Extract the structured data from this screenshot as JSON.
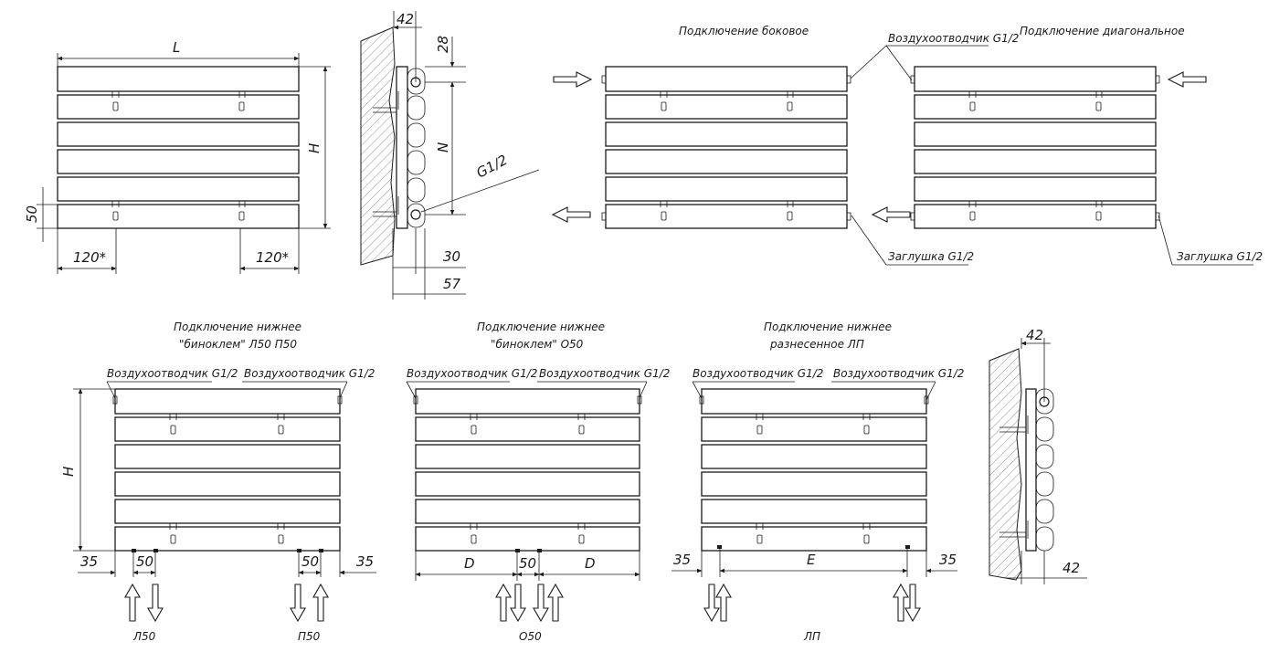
{
  "dimensions": {
    "length": "L",
    "height": "H",
    "bottom_offset": "50",
    "side_offset": "120*",
    "depth_top": "42",
    "top_offset": "28",
    "axis_distance": "N",
    "thread": "G1/2",
    "wall_gap": "30",
    "total_depth": "57",
    "side_depth": "42",
    "edge_35": "35",
    "spacing_50": "50",
    "distance_d": "D",
    "distance_e": "E"
  },
  "labels": {
    "side_connection": "Подключение боковое",
    "diagonal_connection": "Подключение диагональное",
    "air_vent": "Воздухоотводчик G1/2",
    "plug": "Заглушка G1/2",
    "bottom_binocle_l50_p50_line1": "Подключение нижнее",
    "bottom_binocle_l50_p50_line2": "\"биноклем\" Л50  П50",
    "bottom_binocle_o50_line1": "Подключение нижнее",
    "bottom_binocle_o50_line2": "\"биноклем\" О50",
    "bottom_separated_line1": "Подключение нижнее",
    "bottom_separated_line2": "разнесенное ЛП"
  },
  "connection_codes": [
    "Л50",
    "П50",
    "О50",
    "ЛП"
  ]
}
